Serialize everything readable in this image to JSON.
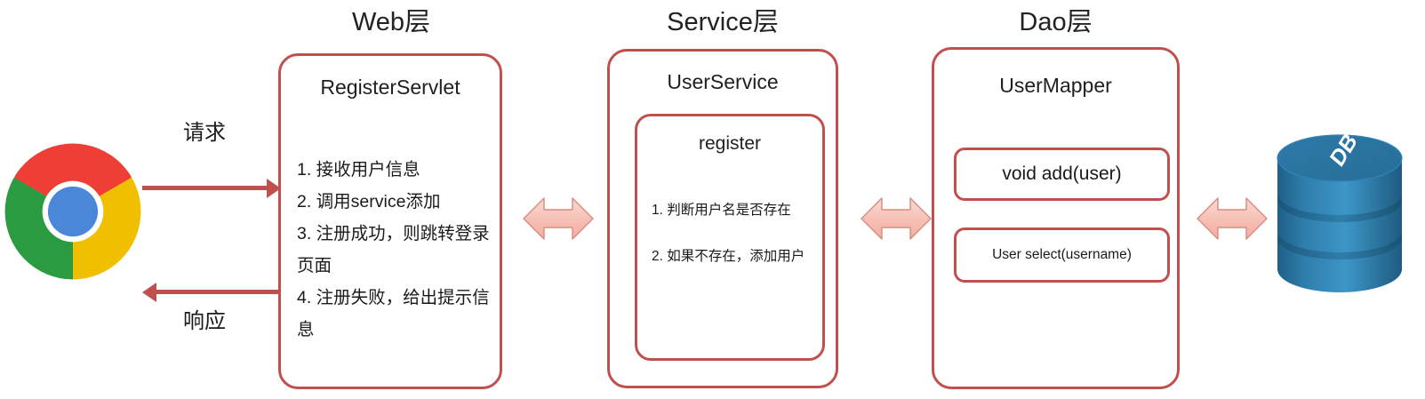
{
  "diagram": {
    "title_web": "Web层",
    "title_service": "Service层",
    "title_dao": "Dao层",
    "accent_color": "#c0504d",
    "arrow_fill": "#f7c5bd",
    "db_color": "#2a7aad"
  },
  "client": {
    "icon": "chrome-browser-logo",
    "request_label": "请求",
    "response_label": "响应"
  },
  "web": {
    "class_name": "RegisterServlet",
    "steps": [
      "1. 接收用户信息",
      "2. 调用service添加",
      "3. 注册成功，则跳转登录页面",
      "4. 注册失败，给出提示信息"
    ]
  },
  "service": {
    "class_name": "UserService",
    "method_name": "register",
    "steps": [
      "1. 判断用户名是否存在",
      "2. 如果不存在，添加用户"
    ]
  },
  "dao": {
    "class_name": "UserMapper",
    "methods": [
      "void add(user)",
      "User select(username)"
    ]
  },
  "database": {
    "label": "DB"
  }
}
